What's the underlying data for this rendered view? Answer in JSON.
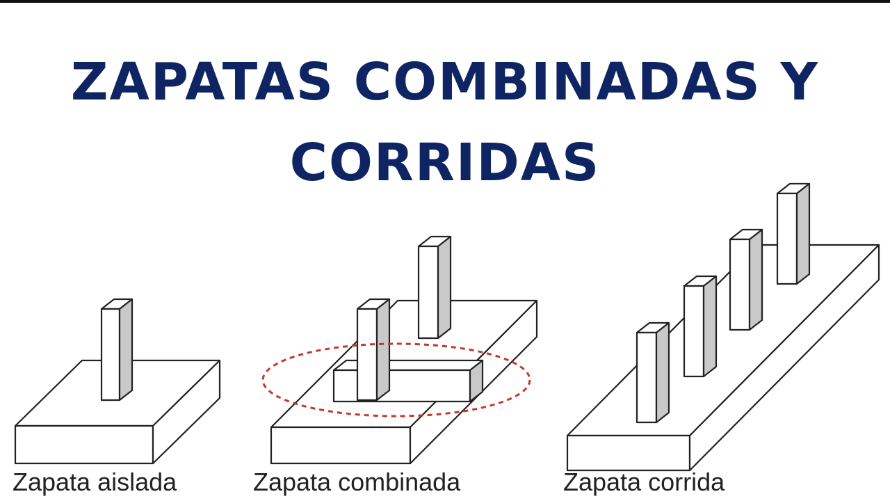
{
  "title": {
    "line1": "ZAPATAS COMBINADAS Y",
    "line2": "CORRIDAS"
  },
  "captions": {
    "isolated": "Zapata aislada",
    "combined": "Zapata combinada",
    "strip": "Zapata corrida"
  },
  "colors": {
    "title": "#0f2462",
    "highlight_ellipse": "#c0392b",
    "column_side": "#c9c9c9"
  }
}
